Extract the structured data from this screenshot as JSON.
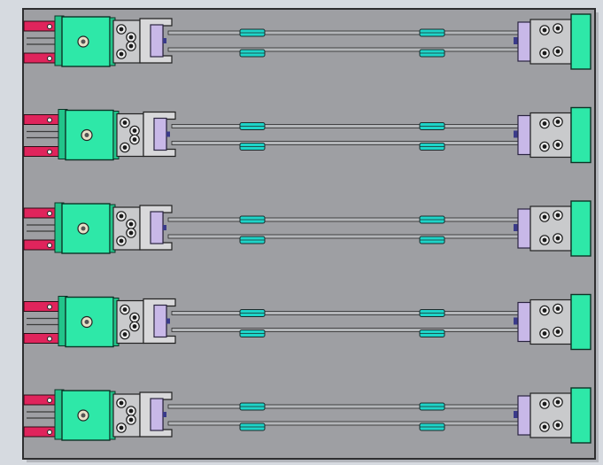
{
  "viewport": {
    "background": "#d6dae0",
    "plate_color": "#9e9fa3",
    "plate_edge_color": "#2e2e30"
  },
  "colors": {
    "motor_block": "#2ee8a8",
    "cylinder": "#e0245c",
    "bearing_housing": "#c9cacc",
    "flange": "#c8b8e8",
    "end_block": "#2ee8a8",
    "slide_clip": "#1ed4c8",
    "rod": "#b4b6b9"
  },
  "assembly": {
    "module_count": 5,
    "modules": [
      {
        "id": "module-1",
        "parts": [
          "cylinder-pair",
          "motor-block",
          "bearing-housing",
          "drive-flange",
          "linear-rod-pair",
          "slide-clip-pair",
          "end-flange",
          "end-block"
        ]
      },
      {
        "id": "module-2",
        "parts": [
          "cylinder-pair",
          "motor-block",
          "bearing-housing",
          "drive-flange",
          "linear-rod-pair",
          "slide-clip-pair",
          "end-flange",
          "end-block"
        ]
      },
      {
        "id": "module-3",
        "parts": [
          "cylinder-pair",
          "motor-block",
          "bearing-housing",
          "drive-flange",
          "linear-rod-pair",
          "slide-clip-pair",
          "end-flange",
          "end-block"
        ]
      },
      {
        "id": "module-4",
        "parts": [
          "cylinder-pair",
          "motor-block",
          "bearing-housing",
          "drive-flange",
          "linear-rod-pair",
          "slide-clip-pair",
          "end-flange",
          "end-block"
        ]
      },
      {
        "id": "module-5",
        "parts": [
          "cylinder-pair",
          "motor-block",
          "bearing-housing",
          "drive-flange",
          "linear-rod-pair",
          "slide-clip-pair",
          "end-flange",
          "end-block"
        ]
      }
    ]
  }
}
